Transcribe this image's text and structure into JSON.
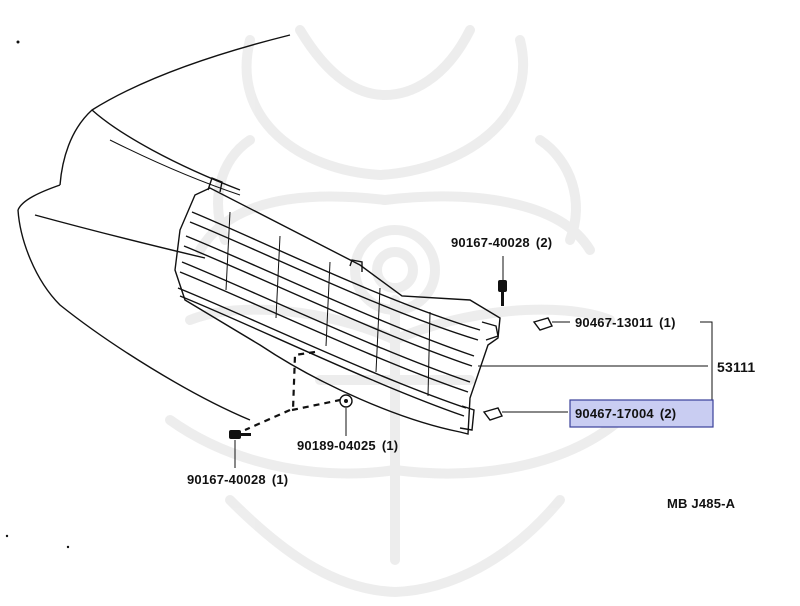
{
  "diagram": {
    "drawing_code": "MB J485-A",
    "highlight_color": "#c9cdf2",
    "highlight_border": "#3a3f9a",
    "callouts": [
      {
        "part": "90167-40028",
        "qty": "(2)"
      },
      {
        "part": "90467-13011",
        "qty": "(1)"
      },
      {
        "part": "53111",
        "qty": ""
      },
      {
        "part": "90467-17004",
        "qty": "(2)"
      },
      {
        "part": "90189-04025",
        "qty": "(1)"
      },
      {
        "part": "90167-40028",
        "qty": "(1)"
      }
    ]
  }
}
